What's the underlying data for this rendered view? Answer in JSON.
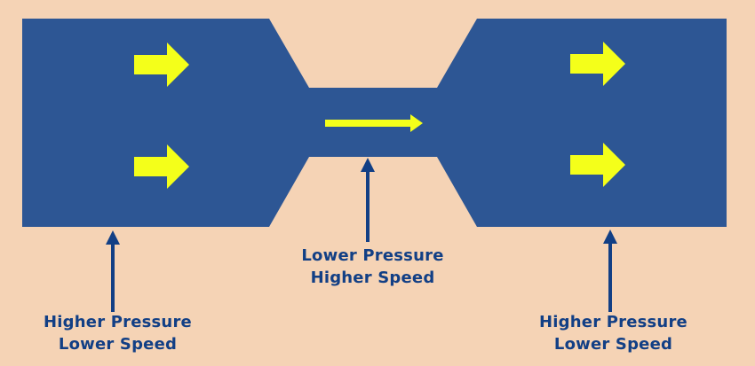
{
  "colors": {
    "background": "#f5d3b5",
    "pipe": "#2d5694",
    "flow_arrow": "#f4ff1a",
    "pointer_arrow": "#123f85",
    "label_text": "#123f85"
  },
  "icons": {
    "flow": "right-arrow-icon",
    "pointer": "up-arrow-icon"
  },
  "labels": {
    "left": {
      "line1": "Higher Pressure",
      "line2": "Lower Speed"
    },
    "middle": {
      "line1": "Lower Pressure",
      "line2": "Higher Speed"
    },
    "right": {
      "line1": "Higher Pressure",
      "line2": "Lower Speed"
    }
  }
}
